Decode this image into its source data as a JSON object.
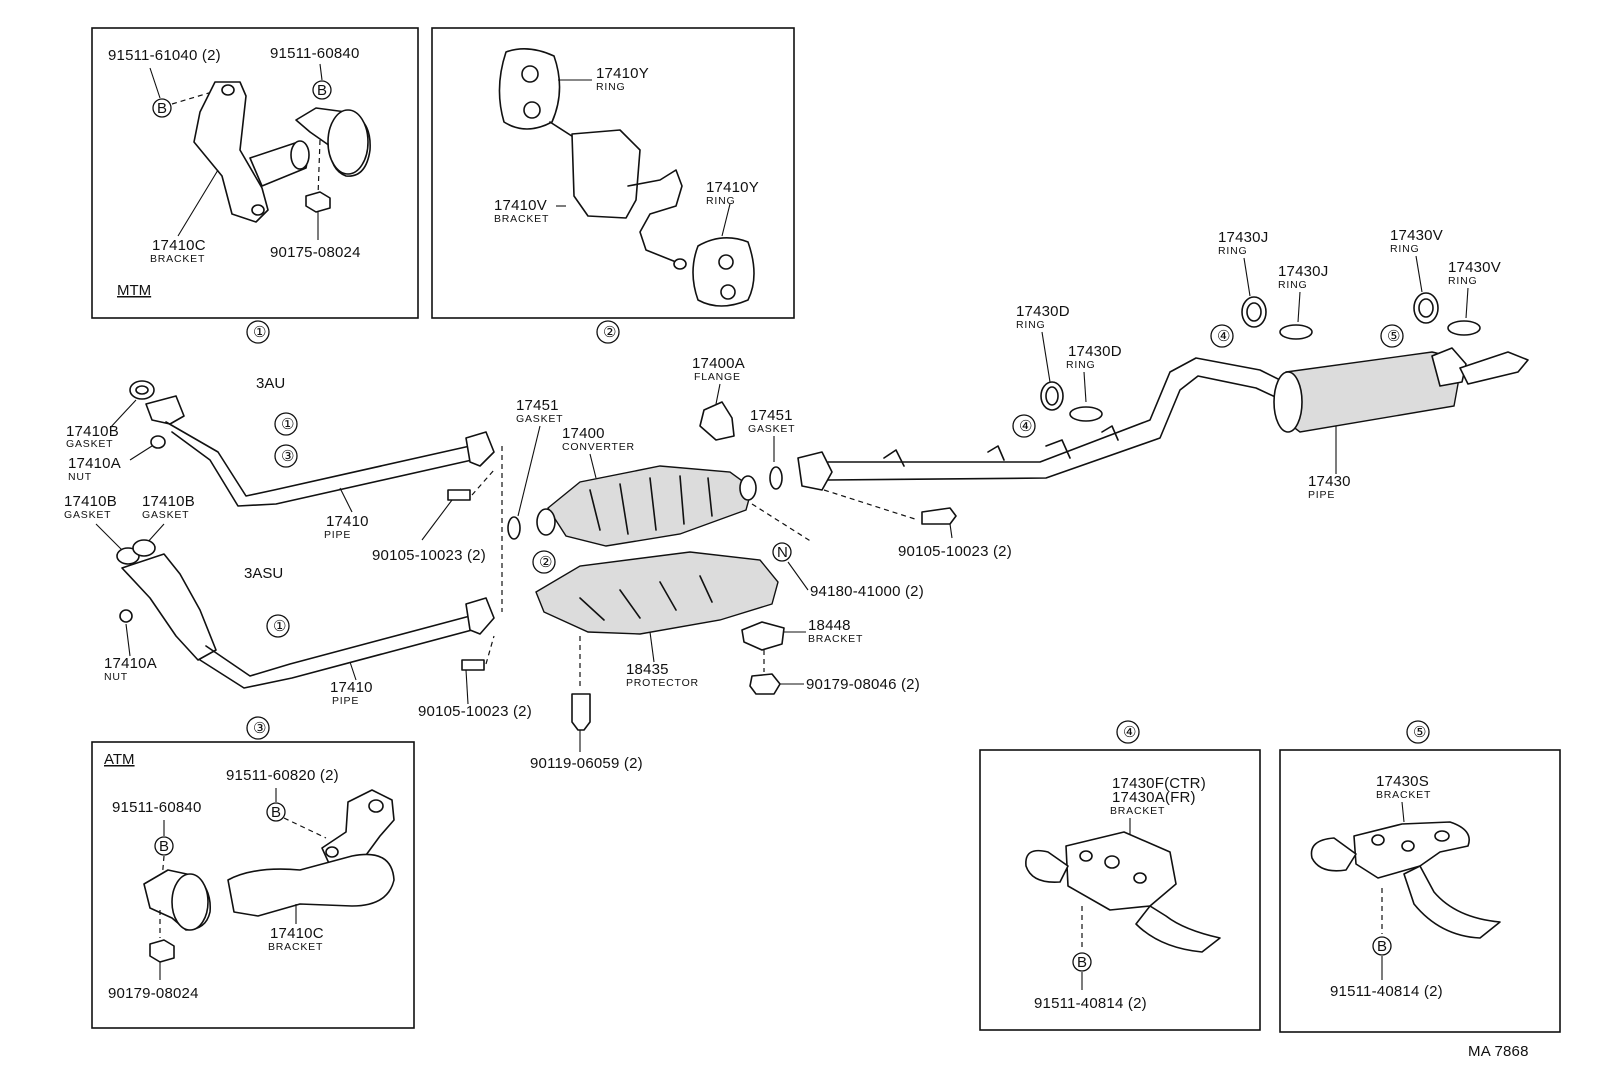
{
  "inset_1": {
    "variant": "MTM",
    "bolt_a": "91511-61040 (2)",
    "bolt_b": "91511-60840",
    "bracket": "17410C",
    "bracket_name": "BRACKET",
    "nut": "90175-08024",
    "marker_b1": "B",
    "marker_b2": "B"
  },
  "inset_2": {
    "ring_top": "17410Y",
    "ring_top_name": "RING",
    "bracket": "17410V",
    "bracket_name": "BRACKET",
    "ring_bottom": "17410Y",
    "ring_bottom_name": "RING"
  },
  "callouts": {
    "c1": "①",
    "c2": "②",
    "c3": "③",
    "c4": "④",
    "c5": "⑤"
  },
  "front": {
    "label_3au": "3AU",
    "label_3asu": "3ASU",
    "gasket_a": "17410B",
    "gasket_a_name": "GASKET",
    "nut_a": "17410A",
    "nut_a_name": "NUT",
    "gasket_b": "17410B",
    "gasket_b_name": "GASKET",
    "gasket_c": "17410B",
    "gasket_c_name": "GASKET",
    "nut_b": "17410A",
    "nut_b_name": "NUT",
    "pipe_a": "17410",
    "pipe_a_name": "PIPE",
    "pipe_b": "17410",
    "pipe_b_name": "PIPE",
    "bolt_a": "90105-10023 (2)",
    "bolt_b": "90105-10023 (2)"
  },
  "center": {
    "gasket_l": "17451",
    "gasket_l_name": "GASKET",
    "converter": "17400",
    "converter_name": "CONVERTER",
    "flange": "17400A",
    "flange_name": "FLANGE",
    "gasket_r": "17451",
    "gasket_r_name": "GASKET",
    "marker_n": "N",
    "bolt_n": "94180-41000 (2)",
    "bracket": "18448",
    "bracket_name": "BRACKET",
    "protector": "18435",
    "protector_name": "PROTECTOR",
    "nut": "90179-08046 (2)",
    "screw": "90119-06059 (2)"
  },
  "rear": {
    "ring_d1": "17430D",
    "ring_d1_name": "RING",
    "ring_d2": "17430D",
    "ring_d2_name": "RING",
    "ring_j1": "17430J",
    "ring_j1_name": "RING",
    "ring_j2": "17430J",
    "ring_j2_name": "RING",
    "ring_v1": "17430V",
    "ring_v1_name": "RING",
    "ring_v2": "17430V",
    "ring_v2_name": "RING",
    "pipe": "17430",
    "pipe_name": "PIPE",
    "bolt": "90105-10023 (2)"
  },
  "inset_3": {
    "variant": "ATM",
    "bolt_a": "91511-60820 (2)",
    "bolt_b": "91511-60840",
    "bracket": "17410C",
    "bracket_name": "BRACKET",
    "nut": "90179-08024",
    "marker_b1": "B",
    "marker_b2": "B"
  },
  "inset_4": {
    "bracket_1": "17430F(CTR)",
    "bracket_2": "17430A(FR)",
    "bracket_name": "BRACKET",
    "bolt": "91511-40814 (2)",
    "marker_b": "B"
  },
  "inset_5": {
    "bracket": "17430S",
    "bracket_name": "BRACKET",
    "bolt": "91511-40814 (2)",
    "marker_b": "B"
  },
  "footer": {
    "drawing_id": "MA 7868"
  }
}
